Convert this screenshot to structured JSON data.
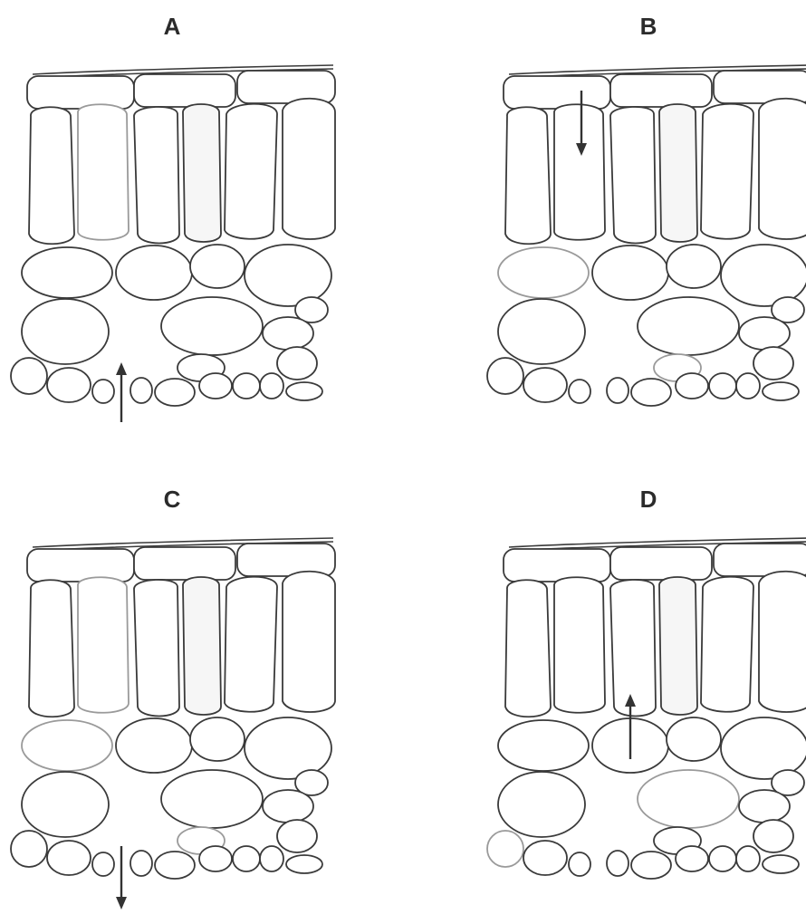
{
  "panels": [
    {
      "label": "A",
      "arrow": "up-from-bottom"
    },
    {
      "label": "B",
      "arrow": "down-in-palisade"
    },
    {
      "label": "C",
      "arrow": "down-out-bottom"
    },
    {
      "label": "D",
      "arrow": "up-into-palisade"
    }
  ],
  "colors": {
    "stroke": "#3a3a3a",
    "faint": "#9a9a9a",
    "arrow": "#333333",
    "label": "#2b2b2b"
  }
}
